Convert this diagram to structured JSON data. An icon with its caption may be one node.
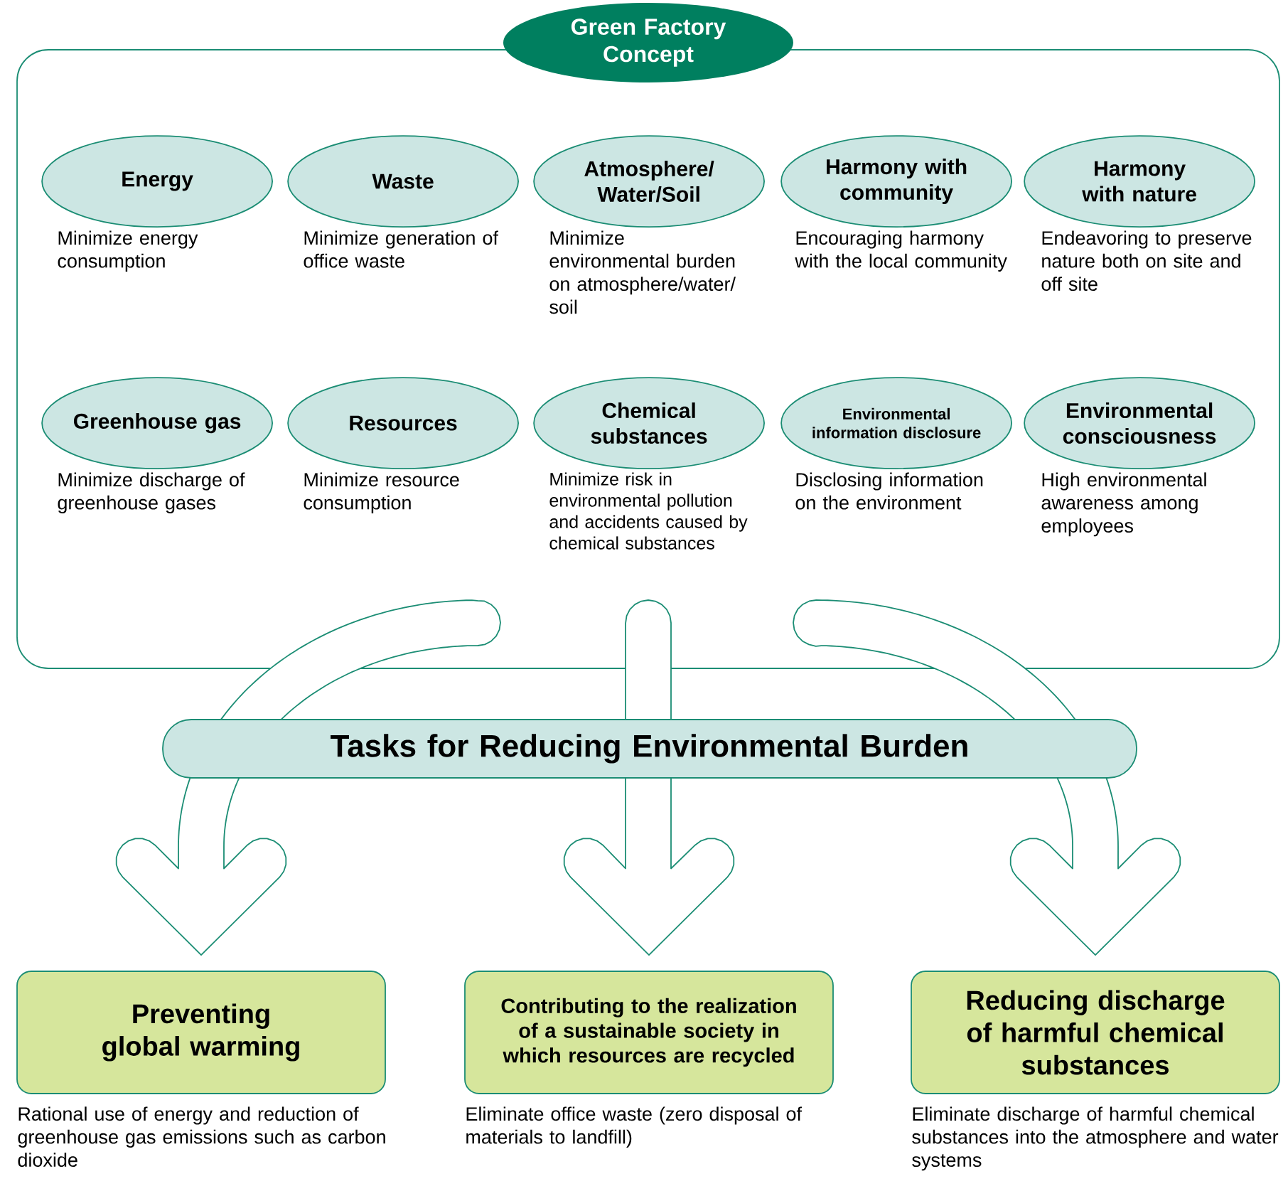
{
  "diagram": {
    "nodes": [
      {
        "text": [
          "Green Factory Concept"
        ]
      },
      {
        "text": [
          "Energy"
        ],
        "in": 0,
        "beside": [
          "Minimize energy consumption"
        ]
      },
      {
        "text": [
          "Waste"
        ],
        "in": 0,
        "beside": [
          "Minimize generation of office waste"
        ]
      },
      {
        "text": [
          "Atmosphere/ Water/Soil"
        ],
        "in": 0,
        "beside": [
          "Minimize environmental burden on atmosphere/water/ soil"
        ]
      },
      {
        "text": [
          "Harmony with community"
        ],
        "in": 0,
        "beside": [
          "Encouraging harmony with the local community"
        ]
      },
      {
        "text": [
          "Harmony with nature"
        ],
        "in": 0,
        "beside": [
          "Endeavoring to preserve nature both on site and off site"
        ]
      },
      {
        "text": [
          "Greenhouse gas"
        ],
        "in": 0,
        "beside": [
          "Minimize discharge of greenhouse gases"
        ]
      },
      {
        "text": [
          "Resources"
        ],
        "in": 0,
        "beside": [
          "Minimize resource consumption"
        ]
      },
      {
        "text": [
          "Chemical substances"
        ],
        "in": 0,
        "beside": [
          "Minimize risk in environmental pollution and accidents caused by chemical substances"
        ]
      },
      {
        "text": [
          "Environmental information disclosure"
        ],
        "in": 0,
        "beside": [
          "Disclosing information on the environment"
        ]
      },
      {
        "text": [
          "Environmental consciousness"
        ],
        "in": 0,
        "beside": [
          "High environmental awareness among employees"
        ]
      },
      {
        "text": [
          "Tasks for Reducing Environmental Burden"
        ]
      },
      {
        "text": [
          "Preventing global warming"
        ],
        "beside": [
          "Rational use of energy and reduction of greenhouse gas emissions such as carbon dioxide"
        ]
      },
      {
        "text": [
          "Contributing to the realization of a sustainable society in which resources are recycled"
        ],
        "beside": [
          "Eliminate office waste (zero disposal of materials to landfill)"
        ]
      },
      {
        "text": [
          "Reducing discharge of harmful chemical substances"
        ],
        "beside": [
          "Eliminate discharge of harmful chemical substances into the atmosphere and water systems"
        ]
      }
    ],
    "edges": [
      {
        "from": 0,
        "to": 12,
        "arrow": "to"
      },
      {
        "from": 0,
        "to": 13,
        "arrow": "to"
      },
      {
        "from": 0,
        "to": 14,
        "arrow": "to"
      }
    ]
  }
}
